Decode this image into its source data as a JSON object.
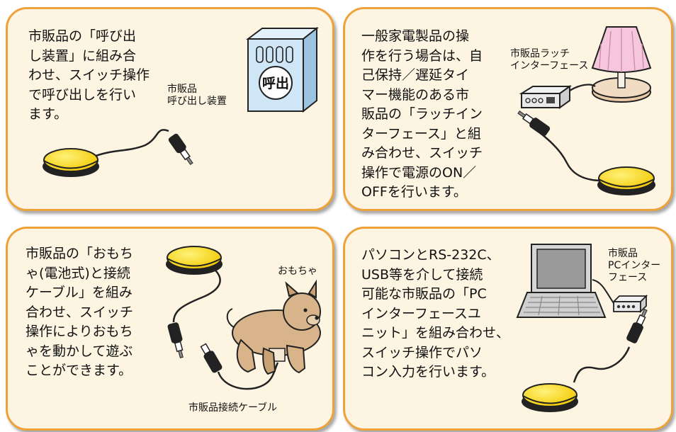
{
  "panels": [
    {
      "text": "市販品の「呼び出\nし装置」に組み合\nわせ、スイッチ操作\nで呼び出しを行い\nます。",
      "labels": [
        "市販品\n呼び出し装置"
      ],
      "device_text": "呼出"
    },
    {
      "text": "一般家電製品の操\n作を行う場合は、自\n己保持／遅延タイ\nマー機能のある市\n販品の「ラッチイン\nターフェース」と組\nみ合わせ、スイッチ\n操作で電源のON／\nOFFを行います。",
      "labels": [
        "市販品ラッチ\nインターフェース"
      ]
    },
    {
      "text": "市販品の「おもち\nゃ(電池式)と接続\nケーブル」を組み\n合わせ、スイッチ\n操作によりおもち\nゃを動かして遊ぶ\nことができます。",
      "labels": [
        "おもちゃ",
        "市販品接続ケーブル"
      ]
    },
    {
      "text": "パソコンとRS-232C、\nUSB等を介して接続\n可能な市販品の「PC\nインターフェースユ\nニット」を組み合わせ、\nスイッチ操作でパソ\nコン入力を行います。",
      "labels": [
        "市販品\nPCインター\nフェース"
      ]
    }
  ],
  "colors": {
    "panel_border": "#eea23a",
    "panel_fill": "#fdf4e1",
    "switch_yellow": "#f7d400",
    "device_blue": "#cfe6f7",
    "lamp_pink": "#f6c6dc",
    "toy_tan": "#d9b48a"
  }
}
